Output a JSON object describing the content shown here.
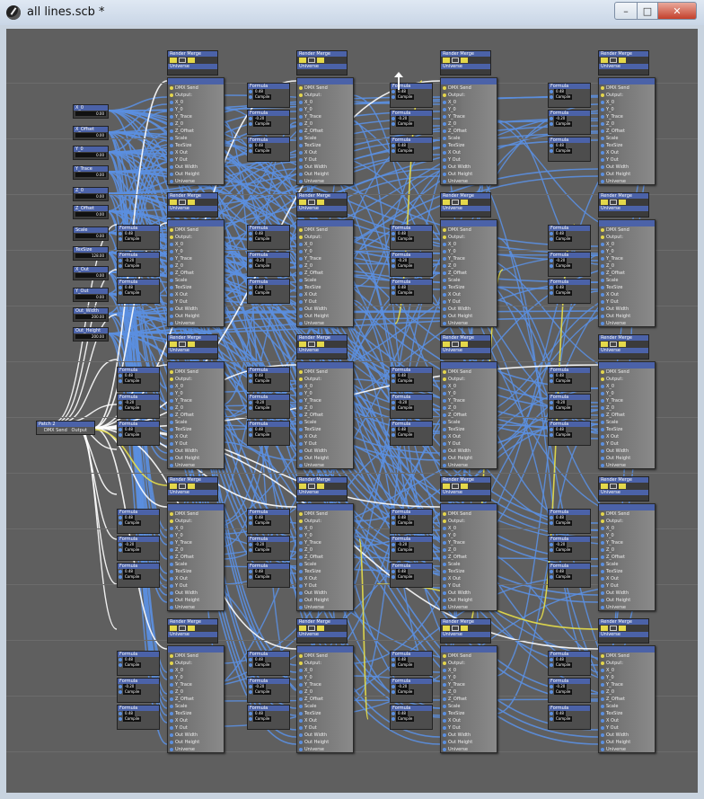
{
  "window": {
    "title": "all lines.scb *",
    "minimize": "–",
    "maximize": "□",
    "close": "✕"
  },
  "colors": {
    "wire_blue": "#5b8fe0",
    "wire_white": "#ffffff",
    "wire_yellow": "#e8e04a",
    "node_header": "#4b62a8",
    "canvas_bg": "#5f5f5f"
  },
  "inputs": [
    {
      "label": "X_0",
      "value": "0.00"
    },
    {
      "label": "X_Offset",
      "value": "0.00"
    },
    {
      "label": "Y_0",
      "value": "0.00"
    },
    {
      "label": "Y_Trace",
      "value": "0.00"
    },
    {
      "label": "Z_0",
      "value": "0.00"
    },
    {
      "label": "Z_Offset",
      "value": "0.00"
    },
    {
      "label": "Scale",
      "value": "0.00"
    },
    {
      "label": "TexSize",
      "value": "128.00"
    },
    {
      "label": "X_Out",
      "value": "0.00"
    },
    {
      "label": "Y_Out",
      "value": "0.00"
    },
    {
      "label": "Out_Width",
      "value": "200.00"
    },
    {
      "label": "Out_Height",
      "value": "200.00"
    }
  ],
  "source_node": {
    "title": "Patch 2",
    "port_in": "DMX Send",
    "port_out": "Output"
  },
  "dmx_node": {
    "ports": [
      "DMX Send",
      "Output:",
      "X_0",
      "Y_0",
      "Y_Trace",
      "Z_0",
      "Z_Offset",
      "Scale",
      "TexSize",
      "X Out",
      "Y Out",
      "Out Width",
      "Out Height",
      "Universe"
    ]
  },
  "render_merge": {
    "title": "Render Merge",
    "universe": "Universe"
  },
  "formula": {
    "title": "Formula",
    "row1": "0.48",
    "row2": "-0.20",
    "row3": "Compile"
  }
}
